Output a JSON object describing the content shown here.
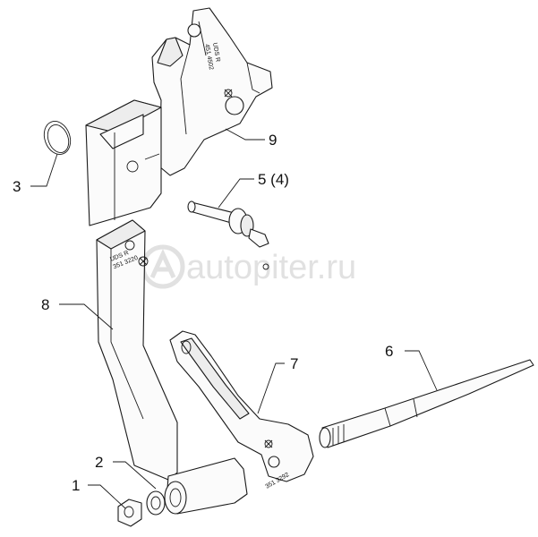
{
  "callouts": {
    "p1": "1",
    "p2": "2",
    "p3": "3",
    "p5": "5 (4)",
    "p6": "6",
    "p7": "7",
    "p8": "8",
    "p9": "9"
  },
  "stamps": {
    "top_part_line1": "UDS R",
    "top_part_line2": "451 4502",
    "middle_part_line1": "UDS R",
    "middle_part_line2": "351 3220",
    "arm_part": "351 3292"
  },
  "watermark": {
    "text": "autopiter.ru",
    "colors": {
      "watermark": "#e1e1e1"
    }
  }
}
